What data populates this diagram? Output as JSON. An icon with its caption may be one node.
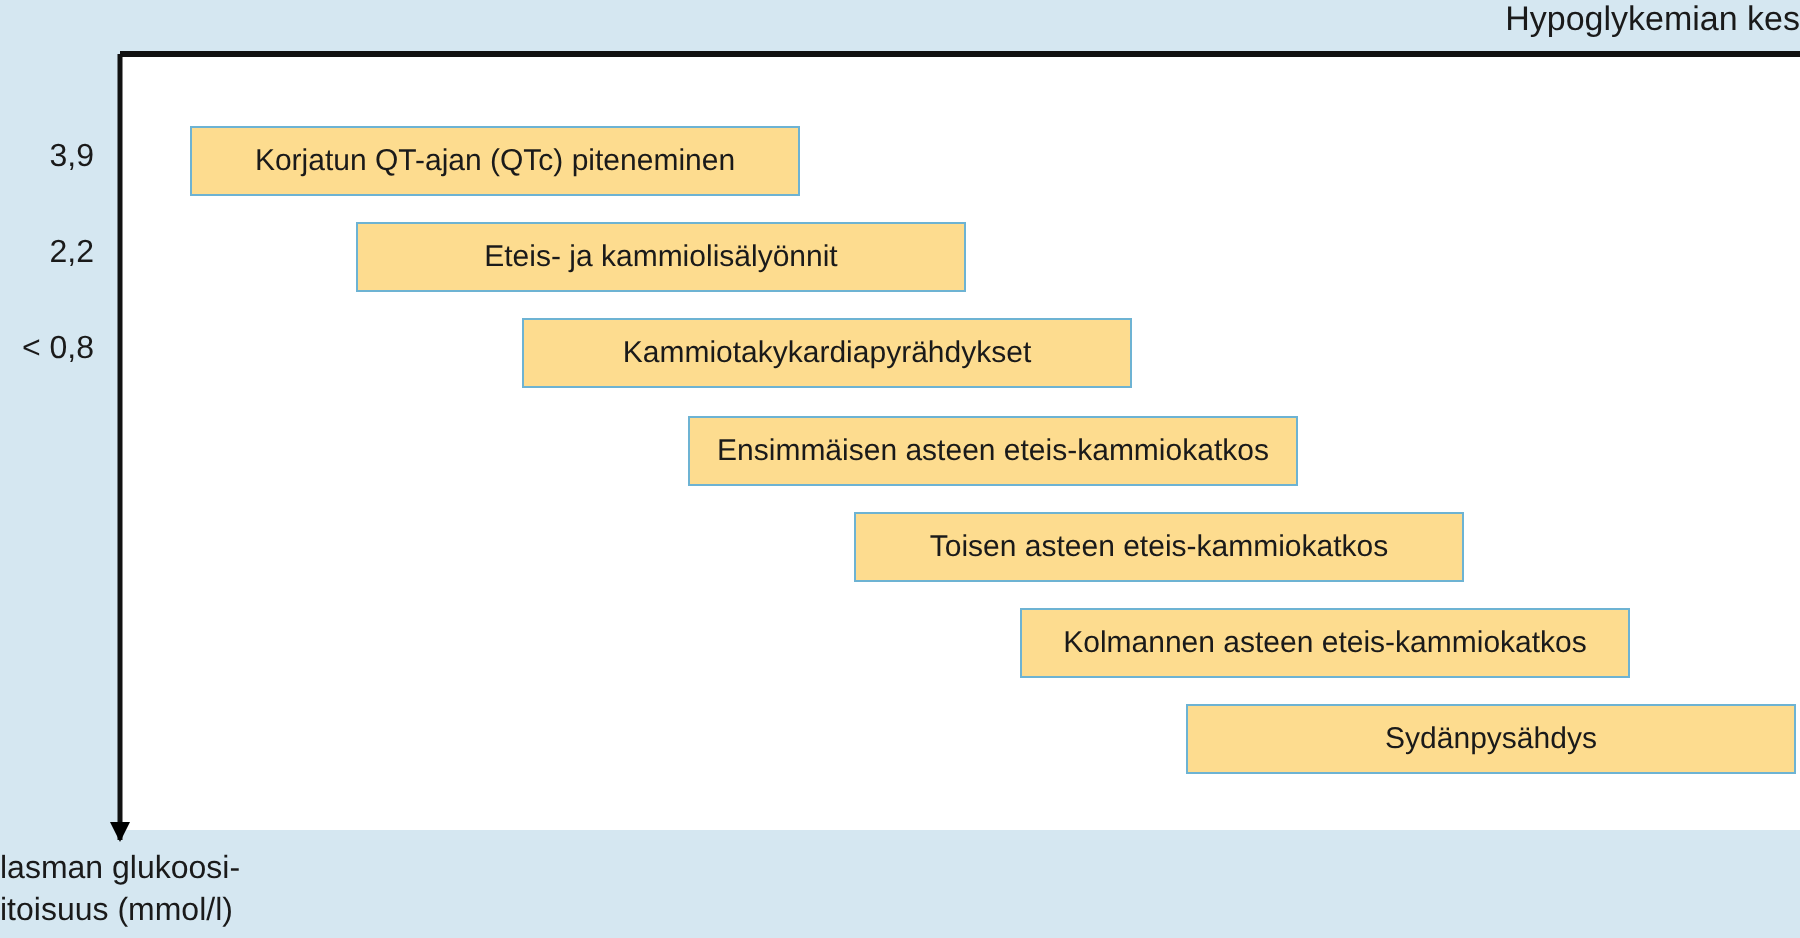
{
  "diagram": {
    "nodes": [
      {
        "text": [
          "Korjatun QT-ajan (QTc) piteneminen"
        ]
      },
      {
        "text": [
          "Eteis- ja kammiolisälyönnit"
        ]
      },
      {
        "text": [
          "Kammiotakykardiapyrähdykset"
        ]
      },
      {
        "text": [
          "Ensimmäisen asteen eteis-kammiokatkos"
        ]
      },
      {
        "text": [
          "Toisen asteen eteis-kammiokatkos"
        ]
      },
      {
        "text": [
          "Kolmannen asteen eteis-kammiokatkos"
        ]
      },
      {
        "text": [
          "Sydänpysähdys"
        ]
      }
    ],
    "labels": [
      "Hypoglykemian kes",
      "3,9",
      "2,2",
      "< 0,8",
      "lasman glukoosi- itoisuus (mmol/l)"
    ]
  }
}
